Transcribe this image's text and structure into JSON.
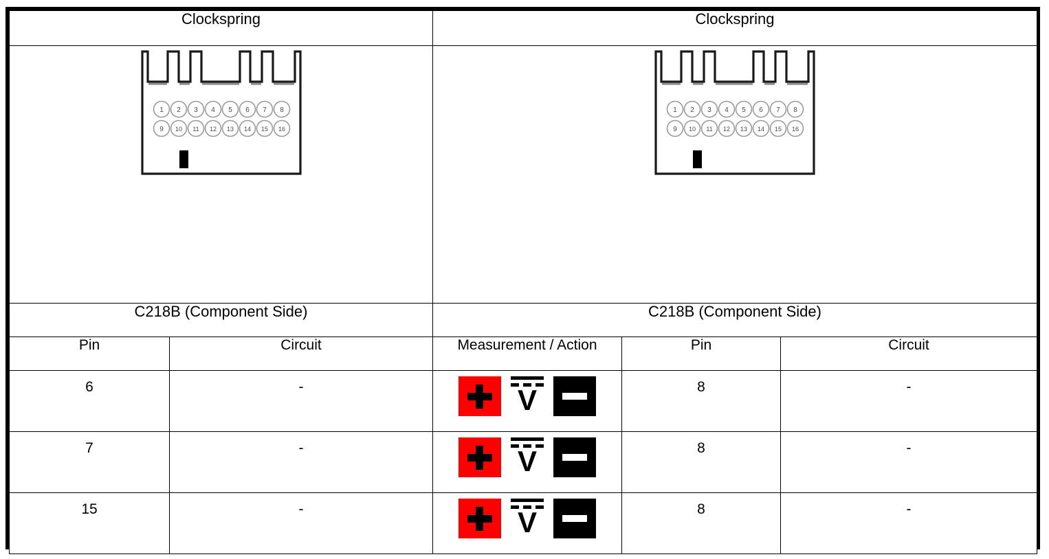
{
  "sheet": {
    "panels": [
      {
        "title": "Clockspring",
        "side_label": "C218B (Component Side)",
        "connector": {
          "name": "16-pin-connector",
          "pin_rows": [
            [
              "1",
              "2",
              "3",
              "4",
              "5",
              "6",
              "7",
              "8"
            ],
            [
              "9",
              "10",
              "11",
              "12",
              "13",
              "14",
              "15",
              "16"
            ]
          ]
        }
      },
      {
        "title": "Clockspring",
        "side_label": "C218B (Component Side)",
        "connector": {
          "name": "16-pin-connector",
          "pin_rows": [
            [
              "1",
              "2",
              "3",
              "4",
              "5",
              "6",
              "7",
              "8"
            ],
            [
              "9",
              "10",
              "11",
              "12",
              "13",
              "14",
              "15",
              "16"
            ]
          ]
        }
      }
    ],
    "headers": {
      "pin_left": "Pin",
      "circuit_left": "Circuit",
      "measurement": "Measurement / Action",
      "pin_right": "Pin",
      "circuit_right": "Circuit"
    },
    "rows": [
      {
        "pin_left": "6",
        "circuit_left": "-",
        "measurement": {
          "positive_icon": "red-plus-probe-icon",
          "meter_icon": "dc-voltage-icon",
          "meter_symbol": "V",
          "negative_icon": "black-minus-probe-icon"
        },
        "pin_right": "8",
        "circuit_right": "-"
      },
      {
        "pin_left": "7",
        "circuit_left": "-",
        "measurement": {
          "positive_icon": "red-plus-probe-icon",
          "meter_icon": "dc-voltage-icon",
          "meter_symbol": "V",
          "negative_icon": "black-minus-probe-icon"
        },
        "pin_right": "8",
        "circuit_right": "-"
      },
      {
        "pin_left": "15",
        "circuit_left": "-",
        "measurement": {
          "positive_icon": "red-plus-probe-icon",
          "meter_icon": "dc-voltage-icon",
          "meter_symbol": "V",
          "negative_icon": "black-minus-probe-icon"
        },
        "pin_right": "8",
        "circuit_right": "-"
      }
    ],
    "colors": {
      "positive_probe": "#FE0000",
      "negative_probe": "#000000",
      "border": "#000000",
      "background": "#FFFFFF"
    }
  }
}
